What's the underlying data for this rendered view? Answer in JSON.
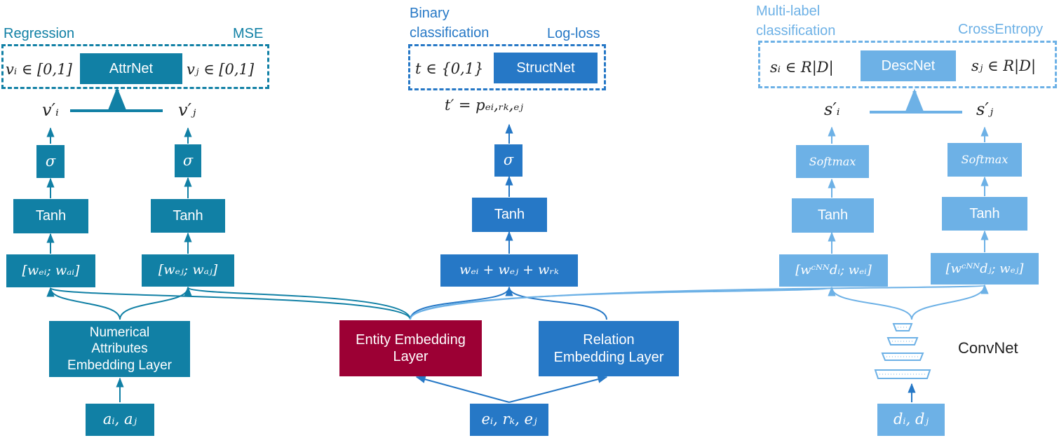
{
  "colors": {
    "teal": "#1180a5",
    "blue": "#2678c6",
    "light": "#6db1e6",
    "entity": "#9c0034"
  },
  "regression": {
    "task": "Regression",
    "loss": "MSE",
    "net": "AttrNet",
    "left_target": "vᵢ ∈ [0,1]",
    "right_target": "vⱼ ∈ [0,1]",
    "out_i": "v′ᵢ",
    "out_j": "v′ⱼ",
    "act_i": "σ",
    "act_j": "σ",
    "tanh_i": "Tanh",
    "tanh_j": "Tanh",
    "concat_i": "[wₑᵢ; wₐᵢ]",
    "concat_j": "[wₑⱼ; wₐⱼ]",
    "embed": "Numerical\nAttributes\nEmbedding Layer",
    "input": "aᵢ, aⱼ"
  },
  "binary": {
    "task": "Binary\nclassification",
    "loss": "Log-loss",
    "net": "StructNet",
    "target": "t ∈ {0,1}",
    "out": "t′ = pₑᵢ,ᵣₖ,ₑⱼ",
    "act": "σ",
    "tanh": "Tanh",
    "sum": "wₑᵢ + wₑⱼ + wᵣₖ",
    "entity_embed": "Entity Embedding\nLayer",
    "relation_embed": "Relation\nEmbedding Layer",
    "input": "eᵢ, rₖ, eⱼ"
  },
  "multilabel": {
    "task": "Multi-label\nclassification",
    "loss": "CrossEntropy",
    "net": "DescNet",
    "left_target": "sᵢ ∈ R|D|",
    "right_target": "sⱼ ∈ R|D|",
    "out_i": "s′ᵢ",
    "out_j": "s′ⱼ",
    "act_i": "Softmax",
    "act_j": "Softmax",
    "tanh_i": "Tanh",
    "tanh_j": "Tanh",
    "concat_i": "[wᶜᴺᴺdᵢ; wₑᵢ]",
    "concat_j": "[wᶜᴺᴺdⱼ; wₑⱼ]",
    "convnet_label": "ConvNet",
    "input": "dᵢ, dⱼ"
  }
}
